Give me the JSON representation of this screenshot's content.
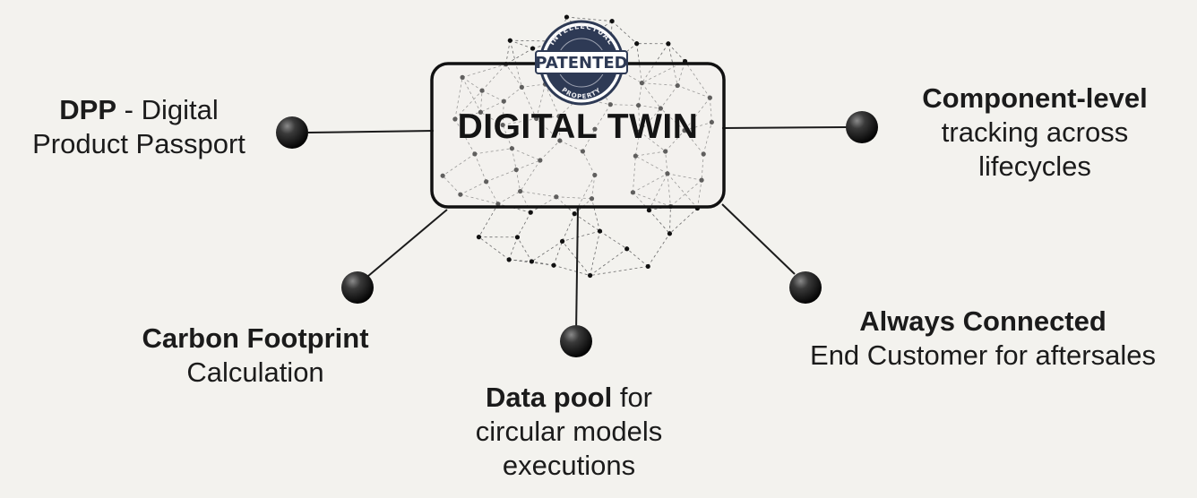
{
  "center": {
    "title": "DIGITAL TWIN",
    "badge": {
      "main": "PATENTED",
      "top_arc": "INTELLECTUAL",
      "bottom_arc": "PROPERTY"
    }
  },
  "nodes": [
    {
      "id": "dpp",
      "bold": "DPP",
      "rest": " - Digital",
      "lines": [
        "Product Passport"
      ]
    },
    {
      "id": "component",
      "bold": "Component-level",
      "rest": "",
      "lines": [
        "tracking across",
        "lifecycles"
      ]
    },
    {
      "id": "carbon",
      "bold": "Carbon Footprint",
      "rest": "",
      "lines": [
        "Calculation"
      ]
    },
    {
      "id": "datapool",
      "bold": "Data pool",
      "rest": " for",
      "lines": [
        "circular models",
        "executions"
      ]
    },
    {
      "id": "connected",
      "bold": "Always Connected",
      "rest": "",
      "lines": [
        "End Customer for aftersales"
      ]
    }
  ],
  "colors": {
    "background": "#f3f2ee",
    "ink": "#1b1b1b",
    "badge_navy": "#2e3a55"
  }
}
